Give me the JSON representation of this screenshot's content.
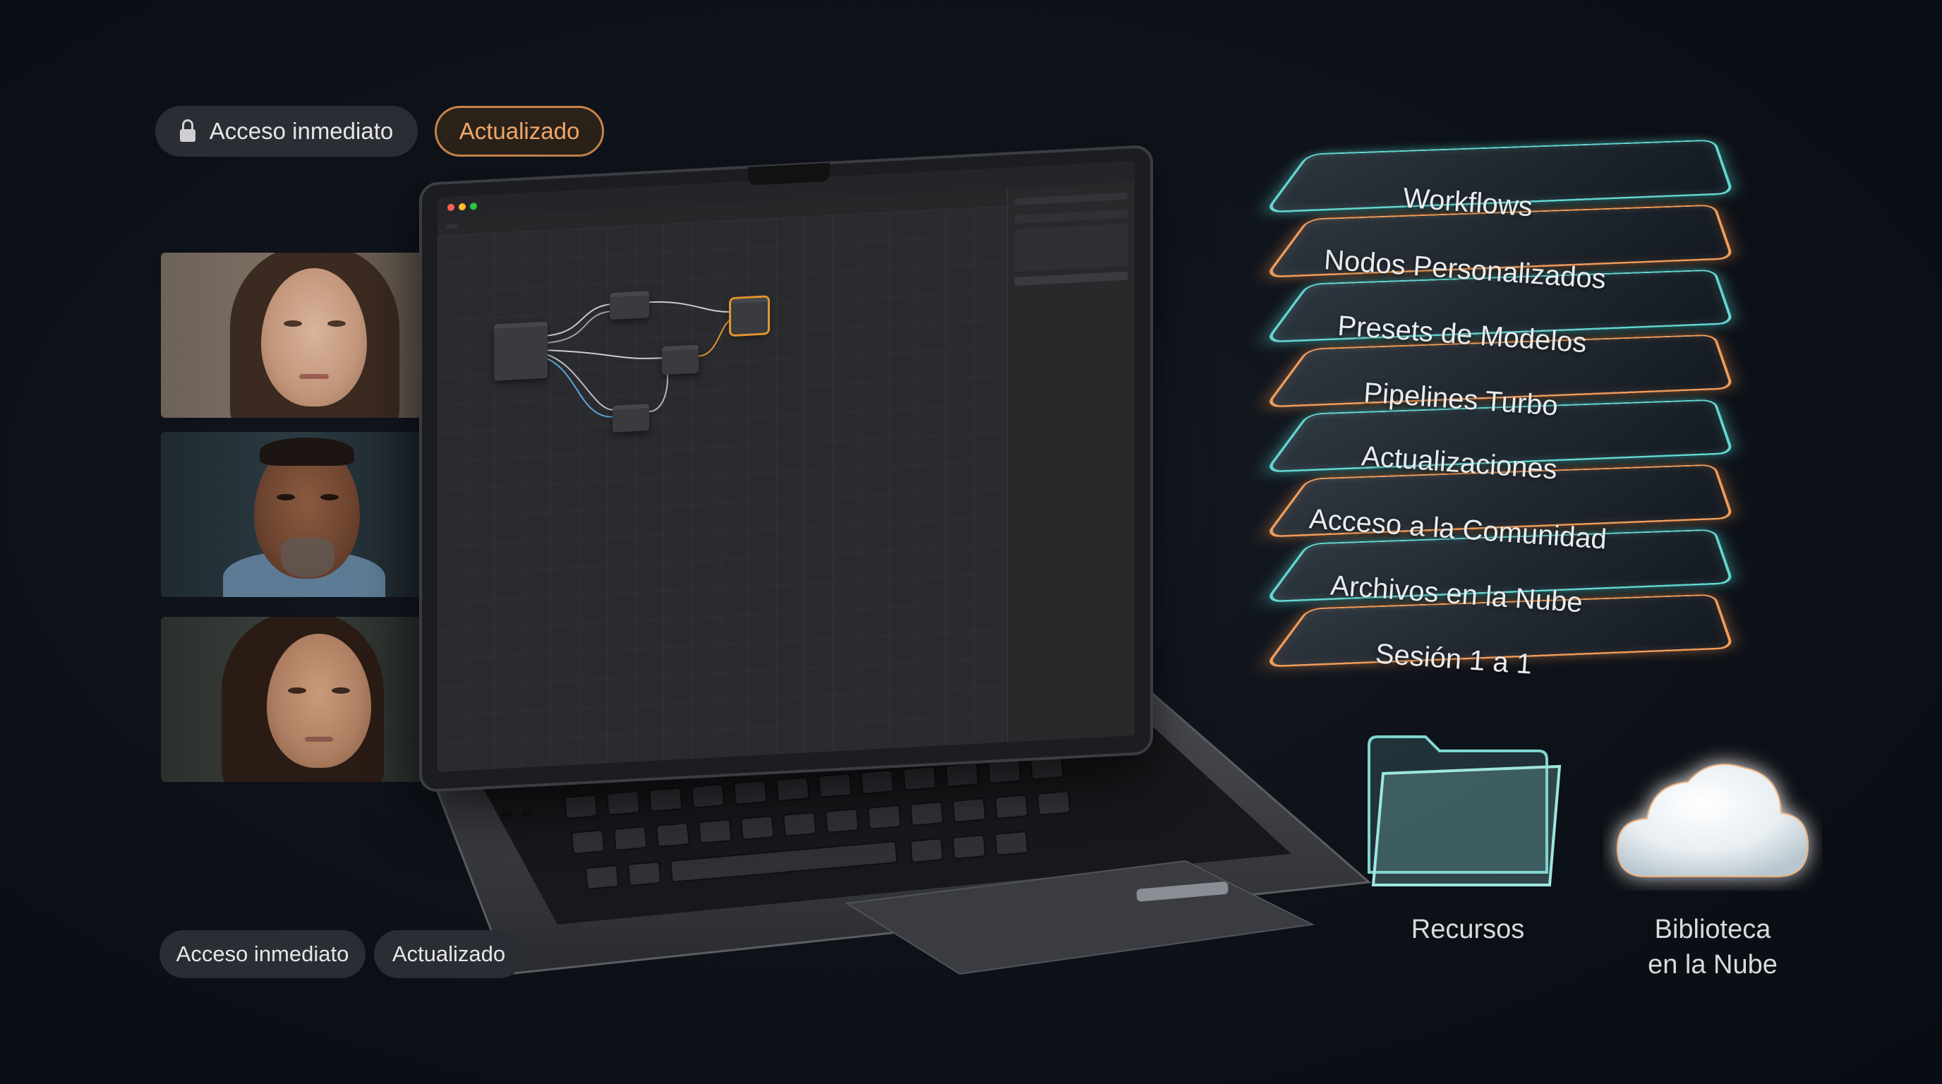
{
  "top_badges": {
    "access": "Acceso inmediato",
    "updated": "Actualizado"
  },
  "bottom_badges": {
    "access": "Acceso inmediato",
    "updated": "Actualizado"
  },
  "layers": [
    {
      "label": "Workflows",
      "accent": "teal"
    },
    {
      "label": "Nodos Personalizados",
      "accent": "orange"
    },
    {
      "label": "Presets de Modelos",
      "accent": "teal"
    },
    {
      "label": "Pipelines Turbo",
      "accent": "orange"
    },
    {
      "label": "Actualizaciones",
      "accent": "teal"
    },
    {
      "label": "Acceso a la Comunidad",
      "accent": "orange"
    },
    {
      "label": "Archivos en la Nube",
      "accent": "teal"
    },
    {
      "label": "Sesión 1 a 1",
      "accent": "orange"
    }
  ],
  "resources": {
    "folder_label": "Recursos",
    "cloud_label_line1": "Biblioteca",
    "cloud_label_line2": "en la Nube"
  },
  "colors": {
    "teal_accent": "#64d6d2",
    "orange_accent": "#f09c5a",
    "background": "#0d1118"
  },
  "icons": {
    "lock": "lock-icon",
    "folder": "folder-icon",
    "cloud": "cloud-icon"
  }
}
